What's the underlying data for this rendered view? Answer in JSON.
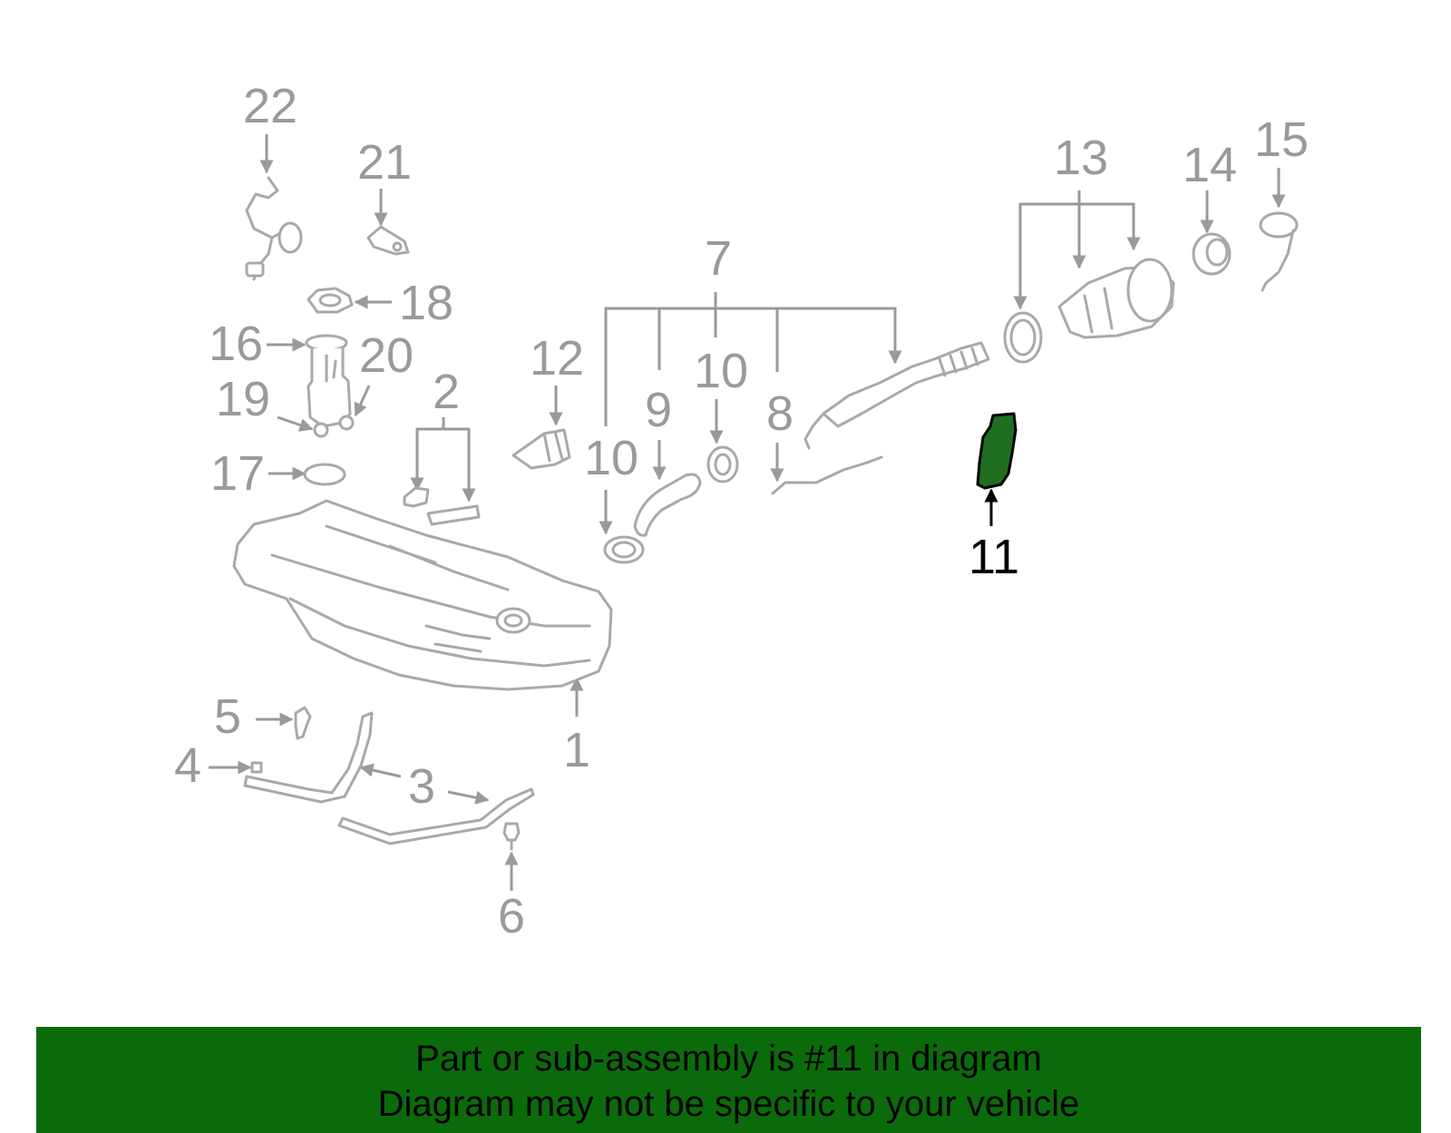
{
  "diagram": {
    "highlight_color": "#1f6e1f",
    "callout_color": "#9a9a9a",
    "highlight_callout_color": "#000000",
    "callouts": {
      "c1": "1",
      "c2": "2",
      "c3": "3",
      "c4": "4",
      "c5": "5",
      "c6": "6",
      "c7": "7",
      "c8": "8",
      "c9": "9",
      "c10a": "10",
      "c10b": "10",
      "c11": "11",
      "c12": "12",
      "c13": "13",
      "c14": "14",
      "c15": "15",
      "c16": "16",
      "c17": "17",
      "c18": "18",
      "c19": "19",
      "c20": "20",
      "c21": "21",
      "c22": "22"
    },
    "highlighted_part": "11"
  },
  "banner": {
    "background": "#0b6b0b",
    "line1": "Part or sub-assembly is #11 in diagram",
    "line2": "Diagram may not be specific to your vehicle"
  }
}
